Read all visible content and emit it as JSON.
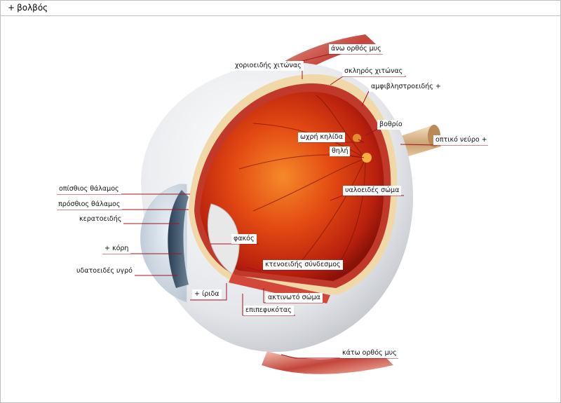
{
  "title": {
    "plus": "+",
    "text": "βολβός"
  },
  "colors": {
    "line": "#a4131d",
    "label_bg": "#ffffff"
  },
  "labels": {
    "ano_orthos": "άνω ορθός μυς",
    "chorioeidis": "χοριοειδής χιτώνας",
    "skliros": "σκληρός χιτώνας",
    "amfivlistroeidis": "αμφιβληστροειδής +",
    "vothrio": "βοθρίο",
    "ochri_kilida": "ωχρή κηλίδα",
    "optiko_neuro": "οπτικό νεύρο +",
    "thili": "θηλή",
    "ualoeides": "υαλοειδές σώμα",
    "opisthios": "οπίσθιος θάλαμος",
    "prosthios": "πρόσθιος θάλαμος",
    "keratoeidis": "κερατοειδής",
    "fakos": "φακός",
    "kori": "+ κόρη",
    "ydatoeides": "υδατοειδές υγρό",
    "ktenoeidis": "κτενοειδής σύνδεσμος",
    "iris": "+ ίριδα",
    "aktinoto": "ακτινωτό σώμα",
    "epipefykotas": "επιπεφυκότας",
    "kato_orthos": "κάτω ορθός μυς"
  }
}
